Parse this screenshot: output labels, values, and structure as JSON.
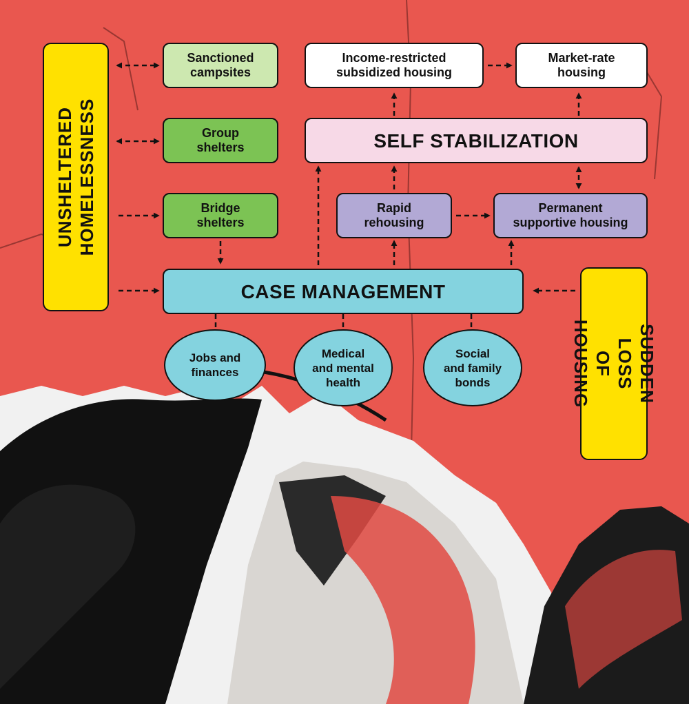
{
  "diagram": {
    "side_labels": {
      "unsheltered": "UNSHELTERED\nHOMELESSNESS",
      "sudden_loss": "SUDDEN LOSS\nOF HOUSING"
    },
    "boxes": {
      "sanctioned_campsites": "Sanctioned\ncampsites",
      "group_shelters": "Group\nshelters",
      "bridge_shelters": "Bridge\nshelters",
      "income_restricted_housing": "Income-restricted\nsubsidized housing",
      "market_rate_housing": "Market-rate\nhousing",
      "self_stabilization": "SELF STABILIZATION",
      "rapid_rehousing": "Rapid\nrehousing",
      "permanent_supportive_housing": "Permanent\nsupportive housing",
      "case_management": "CASE MANAGEMENT"
    },
    "services": {
      "jobs_finances": "Jobs and\nfinances",
      "medical_mental_health": "Medical\nand mental\nhealth",
      "social_family_bonds": "Social\nand family\nbonds"
    }
  },
  "colors": {
    "background": "#e9574f",
    "side_label": "#ffe100",
    "shelter_light_green": "#cde8b0",
    "shelter_green": "#7cc354",
    "housing_white": "#ffffff",
    "self_stabilization_pink": "#f7d9e7",
    "program_lavender": "#b2a9d5",
    "case_management_cyan": "#84d3df"
  },
  "background_photo": "tents-photo"
}
